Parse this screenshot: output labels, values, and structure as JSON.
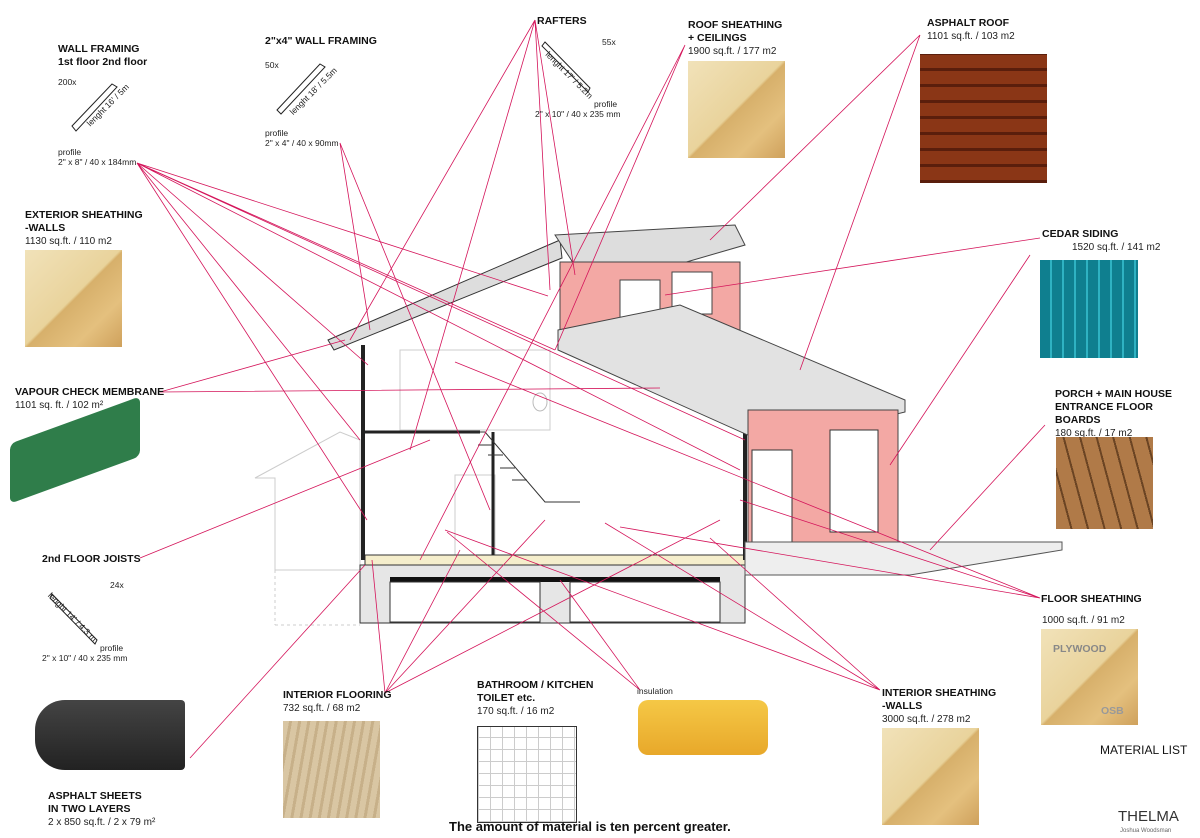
{
  "title": "MATERIAL LIST",
  "footer_note": "The amount of material is ten percent greater.",
  "logo": {
    "name": "THELMA",
    "author": "Joshua Woodsman"
  },
  "accent_color": "#d4145a",
  "materials": {
    "wall_framing": {
      "title1": "WALL FRAMING",
      "title2": "1st floor 2nd floor",
      "count": "200x",
      "length": "lenght 16' / 5m",
      "profile_label": "profile",
      "profile": "2\" x 8\" / 40 x 184mm"
    },
    "wall_framing_2x4": {
      "title": "2\"x4\" WALL FRAMING",
      "count": "50x",
      "length": "lenght 18' / 5.5m",
      "profile_label": "profile",
      "profile": "2\" x 4\" / 40 x 90mm"
    },
    "rafters": {
      "title": "RAFTERS",
      "count": "55x",
      "length": "lenght 17' / 5.2m",
      "profile_label": "profile",
      "profile": "2\" x 10\" / 40 x 235 mm"
    },
    "roof_sheathing": {
      "title1": "ROOF SHEATHING",
      "title2": "+ CEILINGS",
      "area": "1900 sq.ft.  /  177 m2"
    },
    "asphalt_roof": {
      "title": "ASPHALT ROOF",
      "area": "1101 sq.ft.  /  103 m2"
    },
    "exterior_sheathing": {
      "title1": "EXTERIOR SHEATHING",
      "title2": "-WALLS",
      "area": "1130 sq.ft. / 110 m2"
    },
    "cedar_siding": {
      "title": "CEDAR SIDING",
      "area": "1520 sq.ft.  /  141 m2"
    },
    "vapour_membrane": {
      "title": "VAPOUR CHECK MEMBRANE",
      "area": "1101 sq. ft. / 102 m²"
    },
    "porch": {
      "title1": "PORCH + MAIN HOUSE",
      "title2": "ENTRANCE FLOOR BOARDS",
      "area": "180 sq.ft. / 17 m2"
    },
    "floor_joists": {
      "title": "2nd FLOOR  JOISTS",
      "count": "24x",
      "length": "lenght 14' / 4.3 m",
      "profile_label": "profile",
      "profile": "2\" x 10\" / 40 x 235 mm"
    },
    "floor_sheathing": {
      "title": "FLOOR SHEATHING",
      "area": "1000 sq.ft.  / 91 m2",
      "label_a": "PLYWOOD",
      "label_b": "OSB"
    },
    "asphalt_sheets": {
      "title1": "ASPHALT SHEETS",
      "title2": "IN TWO LAYERS",
      "area": "2 x 850 sq.ft. / 2 x 79 m²"
    },
    "interior_flooring": {
      "title": "INTERIOR FLOORING",
      "area": "732 sq.ft. / 68 m2"
    },
    "bathroom": {
      "title1": "BATHROOM / KITCHEN",
      "title2": "TOILET etc.",
      "area": "170 sq.ft. / 16 m2"
    },
    "insulation": {
      "title": "insulation"
    },
    "interior_sheathing": {
      "title1": "INTERIOR SHEATHING",
      "title2": "-WALLS",
      "area": "3000 sq.ft. / 278 m2"
    }
  }
}
